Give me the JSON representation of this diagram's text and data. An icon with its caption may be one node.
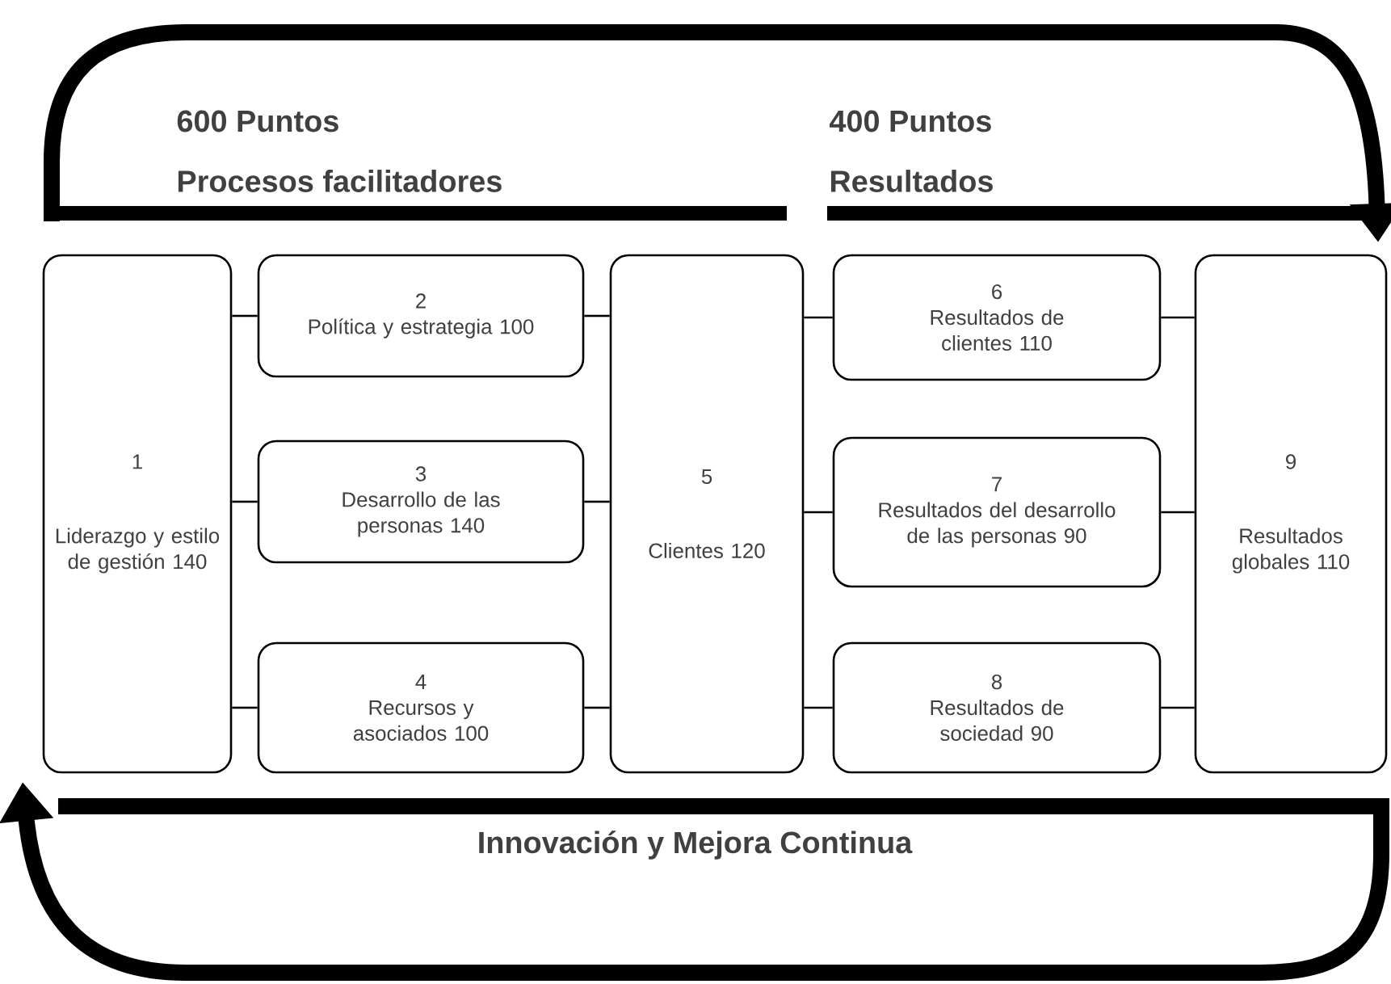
{
  "diagram": {
    "nodes": [
      {
        "text": [
          "1",
          "Liderazgo y estilo de gestión 140"
        ]
      },
      {
        "text": [
          "2",
          "Política y estrategia 100"
        ]
      },
      {
        "text": [
          "3",
          "Desarrollo de las personas 140"
        ]
      },
      {
        "text": [
          "4",
          "Recursos y asociados 100"
        ]
      },
      {
        "text": [
          "5",
          "Clientes 120"
        ]
      },
      {
        "text": [
          "6",
          "Resultados de clientes 110"
        ]
      },
      {
        "text": [
          "7",
          "Resultados del desarrollo de las personas 90"
        ]
      },
      {
        "text": [
          "8",
          "Resultados de sociedad 90"
        ]
      },
      {
        "text": [
          "9",
          "Resultados globales 110"
        ]
      }
    ],
    "edges": [
      {
        "from": 0,
        "to": 1,
        "arrow": "none"
      },
      {
        "from": 0,
        "to": 2,
        "arrow": "none"
      },
      {
        "from": 0,
        "to": 3,
        "arrow": "none"
      },
      {
        "from": 1,
        "to": 4,
        "arrow": "none"
      },
      {
        "from": 2,
        "to": 4,
        "arrow": "none"
      },
      {
        "from": 3,
        "to": 4,
        "arrow": "none"
      },
      {
        "from": 4,
        "to": 5,
        "arrow": "none"
      },
      {
        "from": 4,
        "to": 6,
        "arrow": "none"
      },
      {
        "from": 4,
        "to": 7,
        "arrow": "none"
      },
      {
        "from": 5,
        "to": 8,
        "arrow": "none"
      },
      {
        "from": 6,
        "to": 8,
        "arrow": "none"
      },
      {
        "from": 7,
        "to": 8,
        "arrow": "none"
      }
    ],
    "labels": [
      "600 Puntos",
      "Procesos facilitadores",
      "400 Puntos",
      "Resultados",
      "Innovación y Mejora Continua"
    ]
  }
}
